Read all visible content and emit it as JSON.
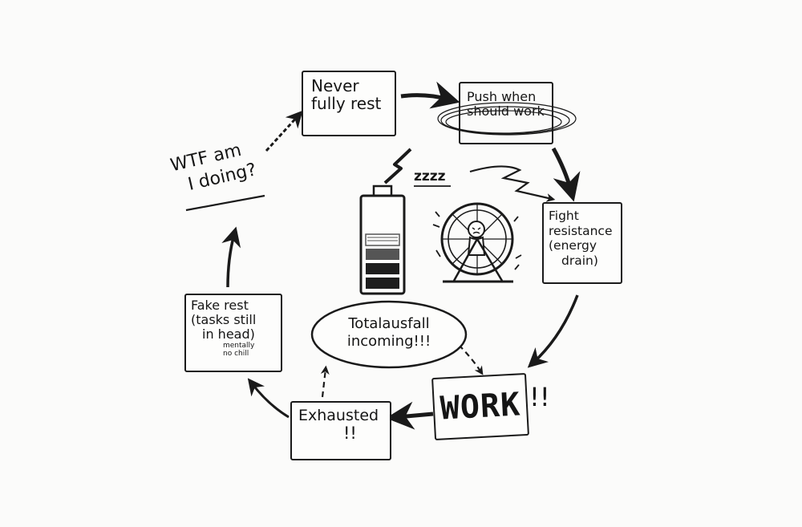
{
  "diagram": {
    "never_fully_rest": {
      "line1": "Never",
      "line2": "fully rest"
    },
    "push_when_should_work": {
      "line1": "Push when",
      "line2": "should work"
    },
    "fight_resistance": {
      "line1": "Fight",
      "line2": "resistance",
      "line3": "(energy",
      "line4": "drain)"
    },
    "work": {
      "label": "WORK",
      "emphasis": "!!"
    },
    "exhausted": {
      "label": "Exhausted",
      "emphasis": "!!"
    },
    "fake_rest": {
      "line1": "Fake rest",
      "line2": "(tasks still",
      "line3": "in head)",
      "note1": "mentally",
      "note2": "no chill"
    },
    "wtf": {
      "line1": "WTF am",
      "line2": "I doing?"
    },
    "totalausfall": {
      "line1": "Totalausfall",
      "line2": "incoming!!!"
    },
    "sleep": {
      "label": "zzzz"
    }
  },
  "colors": {
    "ink": "#1a1a1a",
    "paper": "#fbfbfa",
    "battery_fill": "#1e1e1e",
    "battery_stripe": "#555555"
  }
}
